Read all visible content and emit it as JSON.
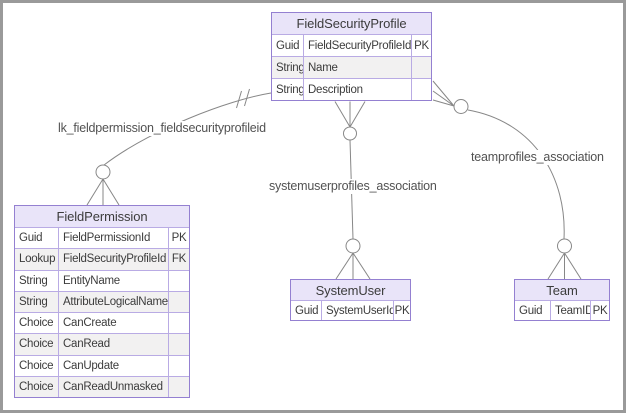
{
  "diagram": {
    "entities": [
      {
        "id": "field_security_profile",
        "title": "FieldSecurityProfile",
        "rows": [
          {
            "type": "Guid",
            "name": "FieldSecurityProfileId",
            "key": "PK"
          },
          {
            "type": "String",
            "name": "Name",
            "key": ""
          },
          {
            "type": "String",
            "name": "Description",
            "key": ""
          }
        ]
      },
      {
        "id": "field_permission",
        "title": "FieldPermission",
        "rows": [
          {
            "type": "Guid",
            "name": "FieldPermissionId",
            "key": "PK"
          },
          {
            "type": "Lookup",
            "name": "FieldSecurityProfileId",
            "key": "FK"
          },
          {
            "type": "String",
            "name": "EntityName",
            "key": ""
          },
          {
            "type": "String",
            "name": "AttributeLogicalName",
            "key": ""
          },
          {
            "type": "Choice",
            "name": "CanCreate",
            "key": ""
          },
          {
            "type": "Choice",
            "name": "CanRead",
            "key": ""
          },
          {
            "type": "Choice",
            "name": "CanUpdate",
            "key": ""
          },
          {
            "type": "Choice",
            "name": "CanReadUnmasked",
            "key": ""
          }
        ]
      },
      {
        "id": "system_user",
        "title": "SystemUser",
        "rows": [
          {
            "type": "Guid",
            "name": "SystemUserId",
            "key": "PK"
          }
        ]
      },
      {
        "id": "team",
        "title": "Team",
        "rows": [
          {
            "type": "Guid",
            "name": "TeamID",
            "key": "PK"
          }
        ]
      }
    ],
    "relationships": [
      {
        "label": "lk_fieldpermission_fieldsecurityprofileid",
        "from": "FieldSecurityProfile",
        "to": "FieldPermission",
        "from_cardinality": "exactly-one",
        "to_cardinality": "zero-or-many"
      },
      {
        "label": "systemuserprofiles_association",
        "from": "FieldSecurityProfile",
        "to": "SystemUser",
        "from_cardinality": "zero-or-many",
        "to_cardinality": "zero-or-many"
      },
      {
        "label": "teamprofiles_association",
        "from": "FieldSecurityProfile",
        "to": "Team",
        "from_cardinality": "zero-or-many",
        "to_cardinality": "zero-or-many"
      }
    ],
    "colors": {
      "entity_border": "#9480d1",
      "grid_line": "#b9abe4",
      "header_fill": "#e9e4f9",
      "row_fill": "#ffffff",
      "row_alt_fill": "#f2f1f1",
      "text": "#3c3c3c",
      "line": "#878787",
      "label_text": "#525252",
      "frame": "#9a9a9a"
    }
  }
}
